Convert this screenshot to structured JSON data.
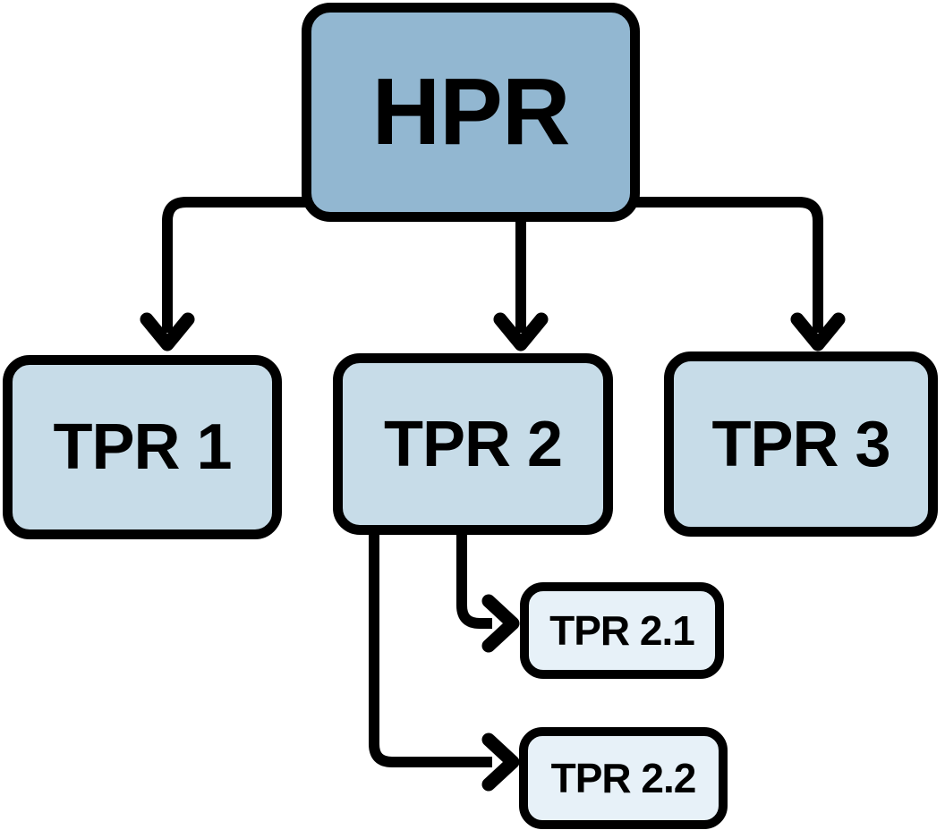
{
  "diagram": {
    "type": "hierarchy-flowchart",
    "background_color": "#ffffff",
    "edge_color": "#000000",
    "nodes": [
      {
        "id": "hpr",
        "label": "HPR",
        "level": "root",
        "fill": "#92b7d1",
        "border_color": "#000000",
        "parent": null
      },
      {
        "id": "tpr-1",
        "label": "TPR 1",
        "level": "child",
        "fill": "#c7dce8",
        "border_color": "#000000",
        "parent": "hpr"
      },
      {
        "id": "tpr-2",
        "label": "TPR 2",
        "level": "child",
        "fill": "#c7dce8",
        "border_color": "#000000",
        "parent": "hpr"
      },
      {
        "id": "tpr-3",
        "label": "TPR 3",
        "level": "child",
        "fill": "#c7dce8",
        "border_color": "#000000",
        "parent": "hpr"
      },
      {
        "id": "tpr-2-1",
        "label": "TPR 2.1",
        "level": "grandchild",
        "fill": "#e7f1f8",
        "border_color": "#000000",
        "parent": "tpr-2"
      },
      {
        "id": "tpr-2-2",
        "label": "TPR 2.2",
        "level": "grandchild",
        "fill": "#e7f1f8",
        "border_color": "#000000",
        "parent": "tpr-2"
      }
    ],
    "edges": [
      {
        "from": "hpr",
        "to": "tpr-1",
        "style": "elbow-arrow"
      },
      {
        "from": "hpr",
        "to": "tpr-2",
        "style": "straight-arrow"
      },
      {
        "from": "hpr",
        "to": "tpr-3",
        "style": "elbow-arrow"
      },
      {
        "from": "tpr-2",
        "to": "tpr-2-1",
        "style": "elbow-arrow"
      },
      {
        "from": "tpr-2",
        "to": "tpr-2-2",
        "style": "elbow-arrow"
      }
    ]
  }
}
